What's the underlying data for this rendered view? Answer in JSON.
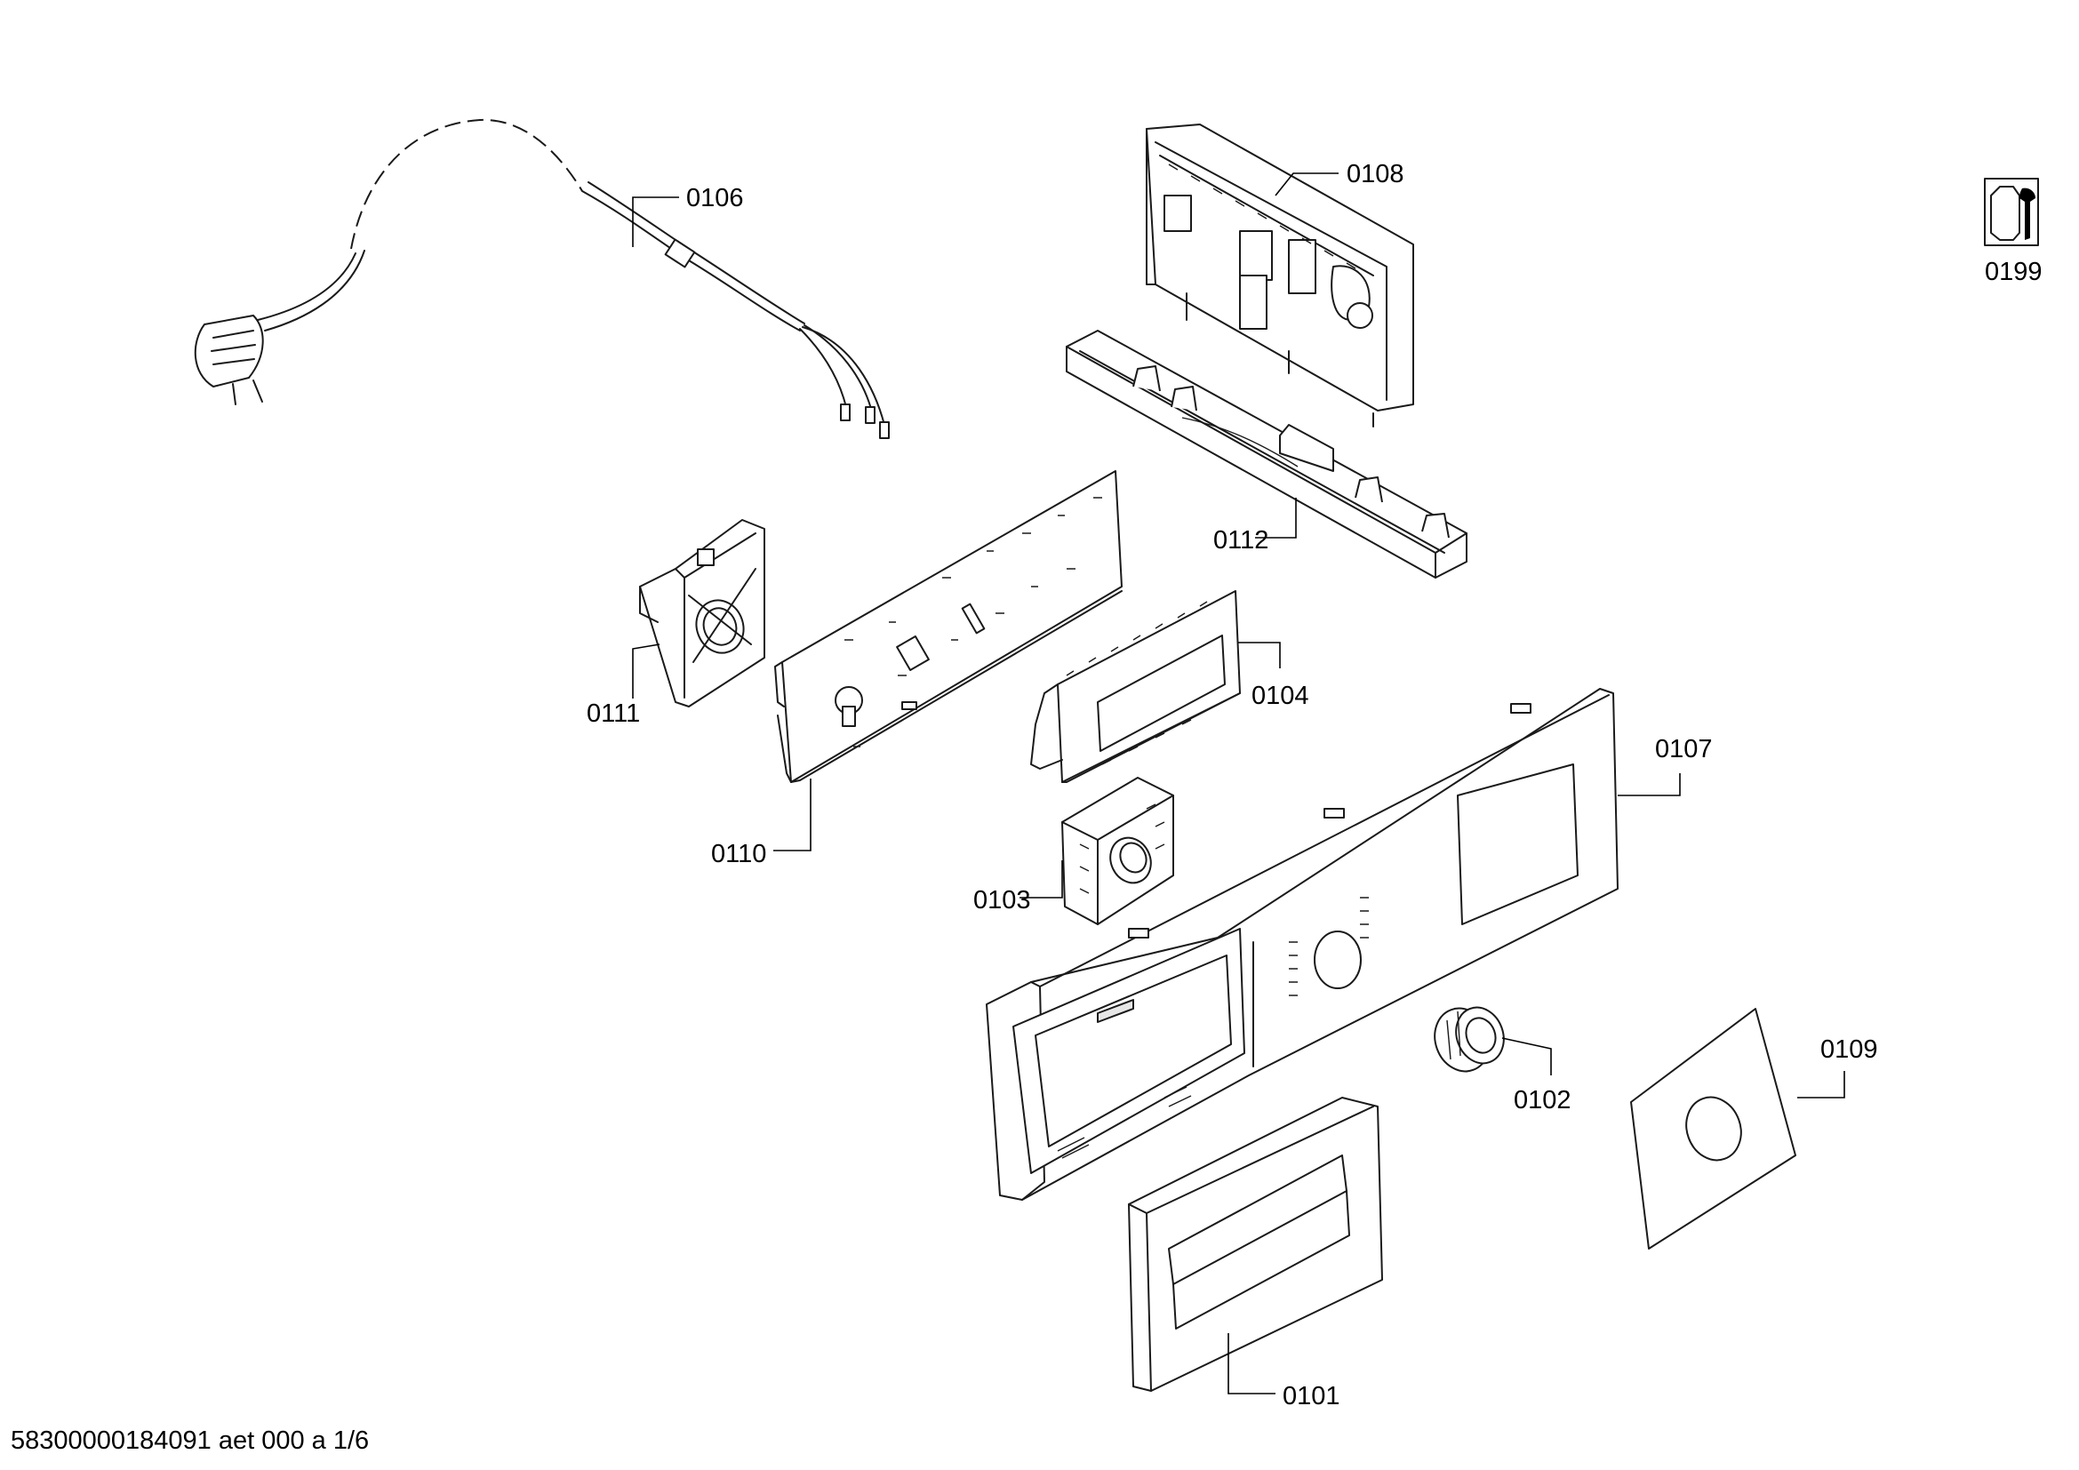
{
  "labels": {
    "p0101": "0101",
    "p0102": "0102",
    "p0103": "0103",
    "p0104": "0104",
    "p0106": "0106",
    "p0107": "0107",
    "p0108": "0108",
    "p0109": "0109",
    "p0110": "0110",
    "p0111": "0111",
    "p0112": "0112",
    "p0199": "0199"
  },
  "footer": "58300000184091 aet 000 a 1/6",
  "icons": {
    "service_kit": "nut-and-wrench-icon"
  }
}
